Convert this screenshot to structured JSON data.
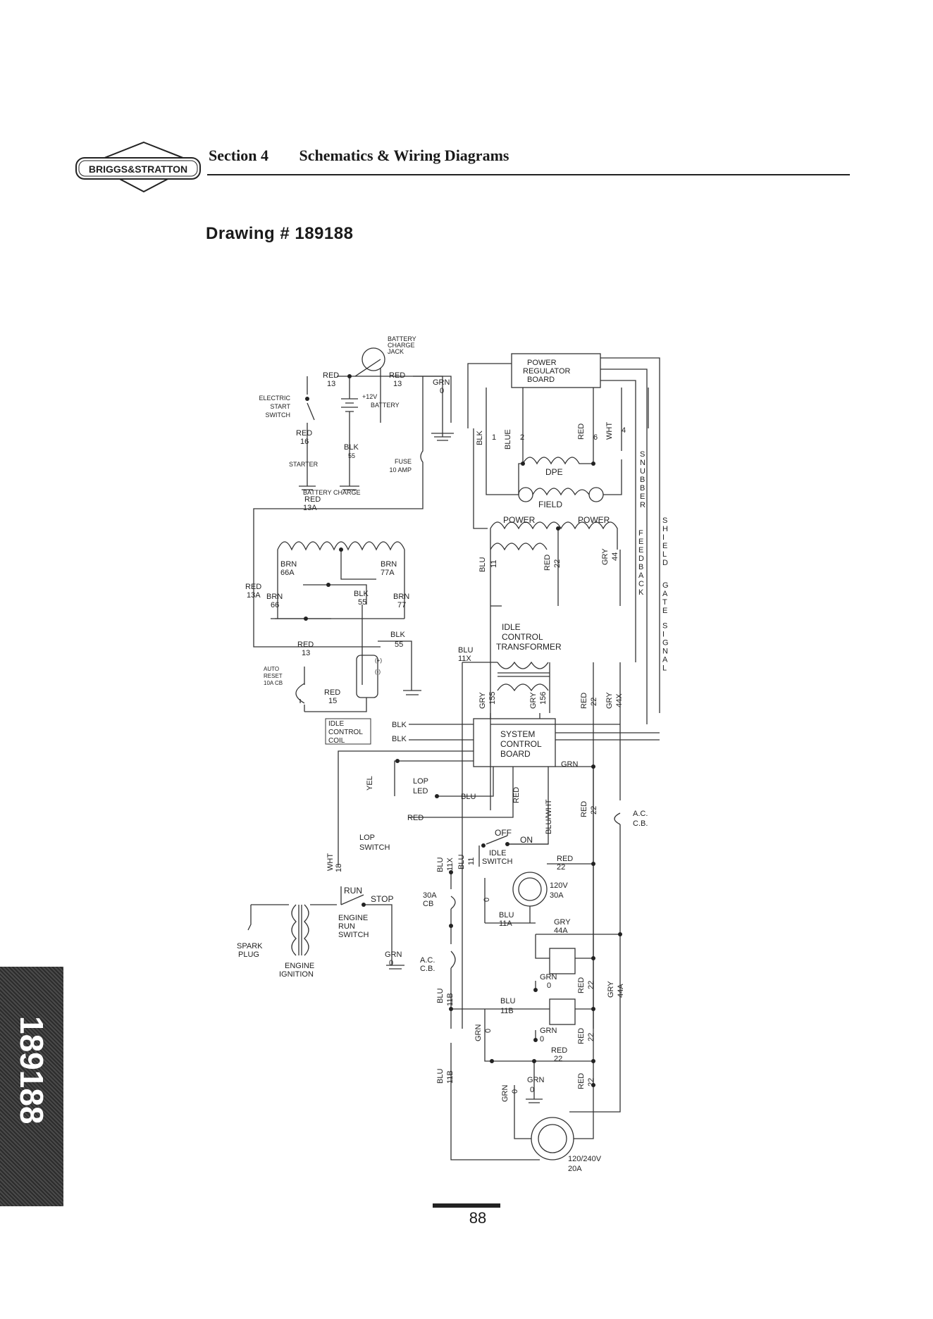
{
  "header": {
    "logo_text": "BRIGGS&STRATTON",
    "section_label": "Section 4",
    "section_name": "Schematics & Wiring Diagrams"
  },
  "drawing_title": "Drawing # 189188",
  "side_tab": "189188",
  "page_number": "88",
  "labels": {
    "battery_charge_jack": [
      "BATTERY",
      "CHARGE",
      "JACK"
    ],
    "red13a": "RED",
    "n13a": "13",
    "red13b": "RED",
    "n13b": "13",
    "grn0a": "GRN",
    "n0a": "0",
    "electric_start_switch": [
      "ELECTRIC",
      "START",
      "SWITCH"
    ],
    "battery12v": [
      "+12V",
      "BATTERY"
    ],
    "red16": "RED",
    "n16": "16",
    "blk55a": "BLK",
    "n55a": "55",
    "starter": "STARTER",
    "fuse": [
      "FUSE",
      "10 AMP"
    ],
    "red13c": "RED",
    "n13c": "13A",
    "battery_charge": "BATTERY CHARGE",
    "brn66a": "BRN",
    "n66a": "66A",
    "brn77a": "BRN",
    "n77a": "77A",
    "red13d": "RED",
    "n13d": "13A",
    "brn66": "BRN",
    "n66": "66",
    "blk55b": "BLK",
    "n55b": "55",
    "brn77": "BRN",
    "n77": "77",
    "blk55c": "BLK",
    "n55c": "55",
    "red13e": "RED",
    "n13e": "13",
    "auto_reset": [
      "AUTO",
      "RESET",
      "10A CB"
    ],
    "red15": "RED",
    "n15": "15",
    "plus": "(+)",
    "minus": "(-)",
    "power_regulator": [
      "POWER",
      "REGULATOR",
      "BOARD"
    ],
    "blk1": "BLK",
    "n1": "1",
    "blue2": "BLUE",
    "n2": "2",
    "red6": "RED",
    "n6": "6",
    "wht4": "WHT",
    "n4": "4",
    "dpe": "DPE",
    "field": "FIELD",
    "snubber": "SNUBBER",
    "shield": "SHIELD",
    "feedback": "FEEDBACK",
    "gate_signal": "GATE SIGNAL",
    "power1": "POWER",
    "power2": "POWER",
    "blu11": "BLU",
    "n11": "11",
    "red22a": "RED",
    "n22a": "22",
    "gry44": "GRY",
    "n44": "44",
    "idle_control_transformer": [
      "IDLE",
      "CONTROL",
      "TRANSFORMER"
    ],
    "blu11x": "BLU",
    "n11x": "11X",
    "gry155": "GRY",
    "n155": "155",
    "gry156": "GRY",
    "n156": "156",
    "red22b": "RED",
    "n22b": "22",
    "gry44x": "GRY",
    "n44x": "44X",
    "idle_control_coil": [
      "IDLE",
      "CONTROL",
      "COIL"
    ],
    "blk_a": "BLK",
    "blk_b": "BLK",
    "system_control_board": [
      "SYSTEM",
      "CONTROL",
      "BOARD"
    ],
    "grn_sys": "GRN",
    "yel": "YEL",
    "lop_led": [
      "LOP",
      "LED"
    ],
    "blu_led": "BLU",
    "red_lop": "RED",
    "red_sys": "RED",
    "bluwht": "BLU/WHT",
    "red22c": "RED",
    "n22c": "22",
    "lop_switch": [
      "LOP",
      "SWITCH"
    ],
    "ac_cb1": [
      "A.C.",
      "C.B."
    ],
    "off": "OFF",
    "on": "ON",
    "idle_switch": [
      "IDLE",
      "SWITCH"
    ],
    "wht18": "WHT",
    "n18": "18",
    "blu11x_b": "BLU",
    "n11x_b": "11X",
    "blu11_b": "BLU",
    "n11_b": "11",
    "red22d": "RED",
    "n22d": "22",
    "run": "RUN",
    "stop": "STOP",
    "engine_run_switch": [
      "ENGINE",
      "RUN",
      "SWITCH"
    ],
    "cb30a": [
      "30A",
      "CB"
    ],
    "n0b": "0",
    "outlet120v": [
      "120V",
      "30A"
    ],
    "blu11a": "BLU",
    "n11a": "11A",
    "gry44a": "GRY",
    "n44a": "44A",
    "spark_plug": [
      "SPARK",
      "PLUG"
    ],
    "engine_ignition": [
      "ENGINE",
      "IGNITION"
    ],
    "grn0c": "GRN",
    "n0c": "0",
    "ac_cb2": [
      "A.C.",
      "C.B."
    ],
    "grn0d": "GRN",
    "n0d": "0",
    "red22e": "RED",
    "n22e": "22",
    "gry44a2": "GRY",
    "n44a2": "44A",
    "blu11b": "BLU",
    "n11b": "11B",
    "blu11b2": "BLU",
    "n11b2": "11B",
    "grn0e": "GRN",
    "n0e": "0",
    "grn0f": "GRN",
    "n0f": "0",
    "red22f": "RED",
    "n22f": "22",
    "red22g": "RED",
    "n22g": "22",
    "blu11b3": "BLU",
    "n11b3": "11B",
    "grn0g": "GRN",
    "n0g": "0",
    "grn0h": "GRN",
    "n0h": "0",
    "red22h": "RED",
    "n22h": "22",
    "outlet240v": [
      "120/240V",
      "20A"
    ]
  }
}
